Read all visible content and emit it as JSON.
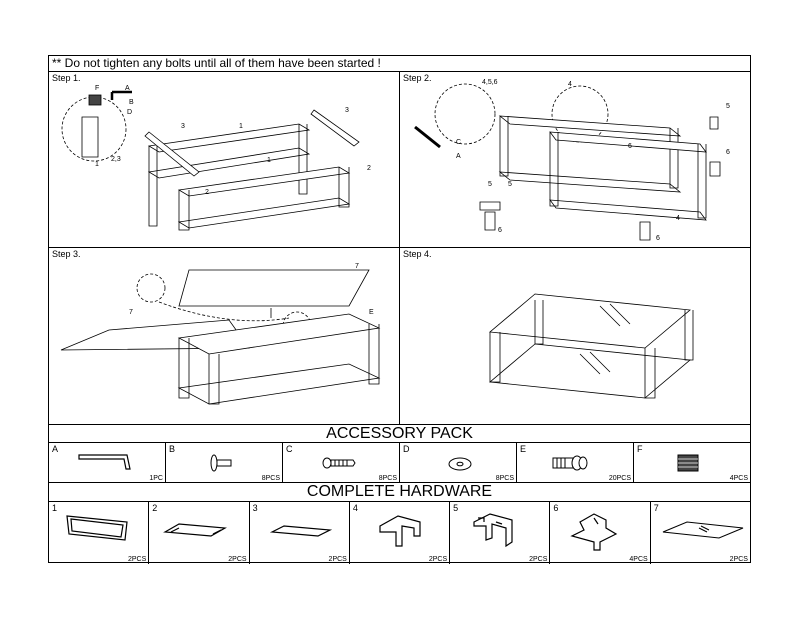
{
  "warning": "** Do not tighten any bolts until all of them have been started !",
  "steps": [
    {
      "label": "Step 1.",
      "callouts": [
        "F",
        "A",
        "B",
        "D",
        "3",
        "1",
        "3",
        "1",
        "2",
        "2",
        "2,3",
        "1"
      ]
    },
    {
      "label": "Step 2.",
      "callouts": [
        "4,5,6",
        "4",
        "C",
        "A",
        "5",
        "6",
        "5",
        "6",
        "5",
        "6",
        "4",
        "6"
      ]
    },
    {
      "label": "Step 3.",
      "callouts": [
        "7",
        "7",
        "E"
      ]
    },
    {
      "label": "Step 4.",
      "callouts": []
    }
  ],
  "accessory_pack": {
    "title": "ACCESSORY PACK",
    "items": [
      {
        "id": "A",
        "qty": "1PC",
        "icon": "hex-key-icon"
      },
      {
        "id": "B",
        "qty": "8PCS",
        "icon": "bolt-icon"
      },
      {
        "id": "C",
        "qty": "8PCS",
        "icon": "screw-icon"
      },
      {
        "id": "D",
        "qty": "8PCS",
        "icon": "washer-icon"
      },
      {
        "id": "E",
        "qty": "20PCS",
        "icon": "glass-support-icon"
      },
      {
        "id": "F",
        "qty": "4PCS",
        "icon": "foot-pad-icon"
      }
    ]
  },
  "complete_hardware": {
    "title": "COMPLETE HARDWARE",
    "items": [
      {
        "id": "1",
        "qty": "2PCS",
        "icon": "long-frame-icon"
      },
      {
        "id": "2",
        "qty": "2PCS",
        "icon": "short-rail-icon"
      },
      {
        "id": "3",
        "qty": "2PCS",
        "icon": "short-rail-icon"
      },
      {
        "id": "4",
        "qty": "2PCS",
        "icon": "corner-bracket-icon"
      },
      {
        "id": "5",
        "qty": "2PCS",
        "icon": "corner-bracket-icon"
      },
      {
        "id": "6",
        "qty": "4PCS",
        "icon": "tee-bracket-icon"
      },
      {
        "id": "7",
        "qty": "2PCS",
        "icon": "glass-panel-icon"
      }
    ]
  }
}
